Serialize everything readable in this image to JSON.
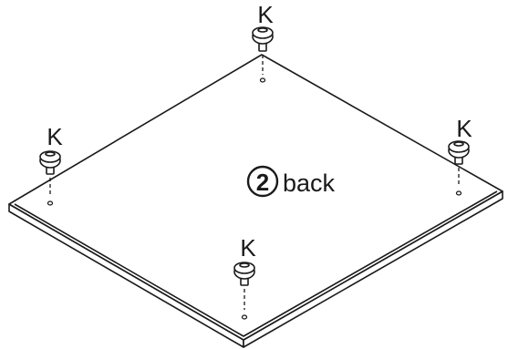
{
  "part": {
    "number": "2",
    "name": "back"
  },
  "feet": [
    {
      "id": "back",
      "label": "K"
    },
    {
      "id": "left",
      "label": "K"
    },
    {
      "id": "right",
      "label": "K"
    },
    {
      "id": "front",
      "label": "K"
    }
  ],
  "colors": {
    "line": "#1a1a1a",
    "paper": "#ffffff"
  }
}
